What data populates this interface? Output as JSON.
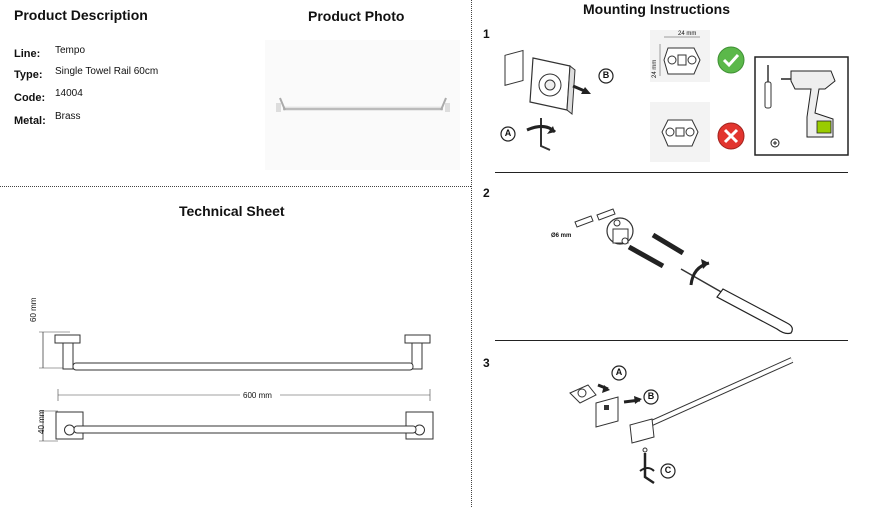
{
  "product_description": {
    "title": "Product Description",
    "specs": [
      {
        "label": "Line:",
        "value": "Tempo"
      },
      {
        "label": "Type:",
        "value": "Single Towel Rail 60cm"
      },
      {
        "label": "Code:",
        "value": "14004"
      },
      {
        "label": "Metal:",
        "value": "Brass"
      }
    ]
  },
  "product_photo": {
    "title": "Product Photo"
  },
  "technical_sheet": {
    "title": "Technical Sheet",
    "dim_height": "60 mm",
    "dim_depth": "40 mm",
    "dim_length": "600 mm"
  },
  "mounting": {
    "title": "Mounting Instructions",
    "steps": [
      {
        "number": "1",
        "callouts": [
          "A",
          "B"
        ],
        "dim_width": "24 mm",
        "dim_height": "24 mm"
      },
      {
        "number": "2",
        "drill_size": "Ø6 mm"
      },
      {
        "number": "3",
        "callouts": [
          "A",
          "B",
          "C"
        ]
      }
    ]
  }
}
